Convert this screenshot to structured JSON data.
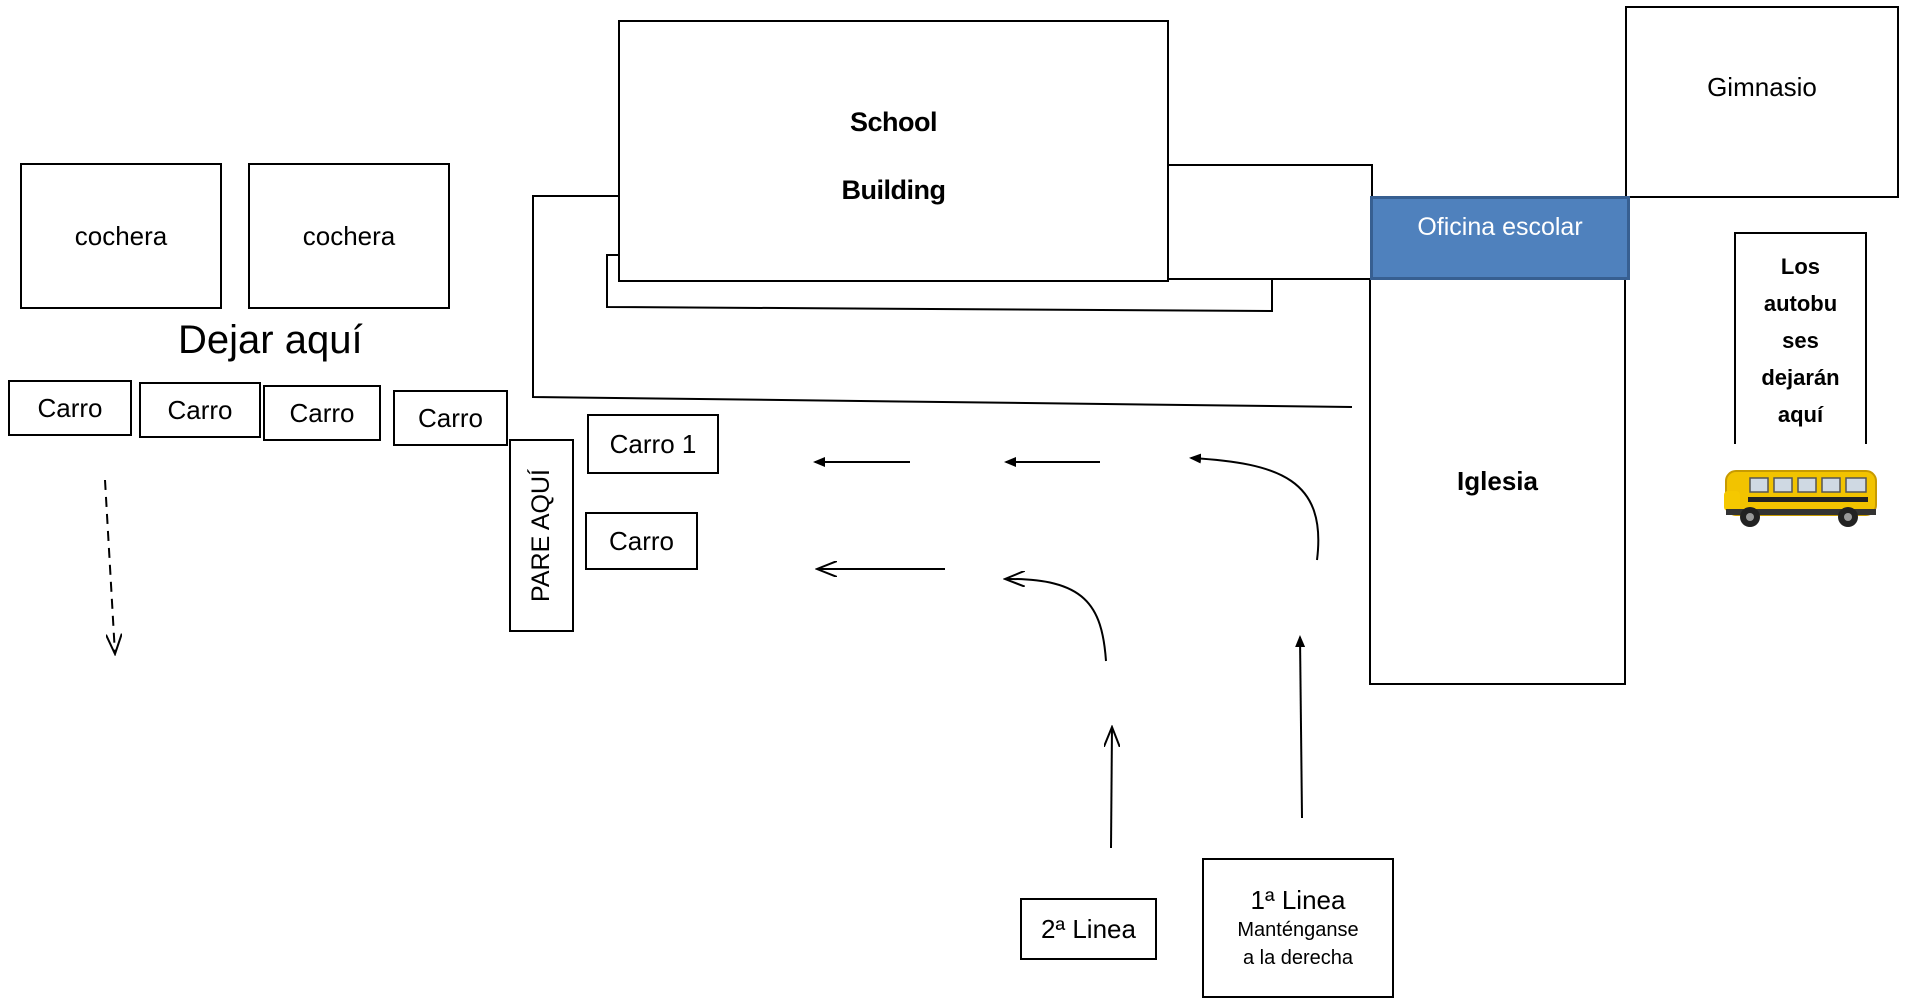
{
  "school": {
    "line1": "School",
    "line2": "Building"
  },
  "garages": [
    "cochera",
    "cochera"
  ],
  "gimnasio": "Gimnasio",
  "oficina": "Oficina escolar",
  "iglesia": "Iglesia",
  "buses": {
    "lines": [
      "Los",
      "autobu",
      "ses",
      "dejarán",
      "aquí"
    ]
  },
  "dejar": "Dejar aquí",
  "cars_row": [
    "Carro",
    "Carro",
    "Carro",
    "Carro"
  ],
  "pare": "PARE AQUÍ",
  "car_1": "Carro 1",
  "car_2": "Carro",
  "linea2": "2ª Linea",
  "linea1": {
    "title": "1ª Linea",
    "note_line1": "Manténganse",
    "note_line2": "a la derecha"
  },
  "colors": {
    "office": "#4f81bd",
    "bus": "#f2c300"
  },
  "icons": [
    "school-bus-icon"
  ]
}
